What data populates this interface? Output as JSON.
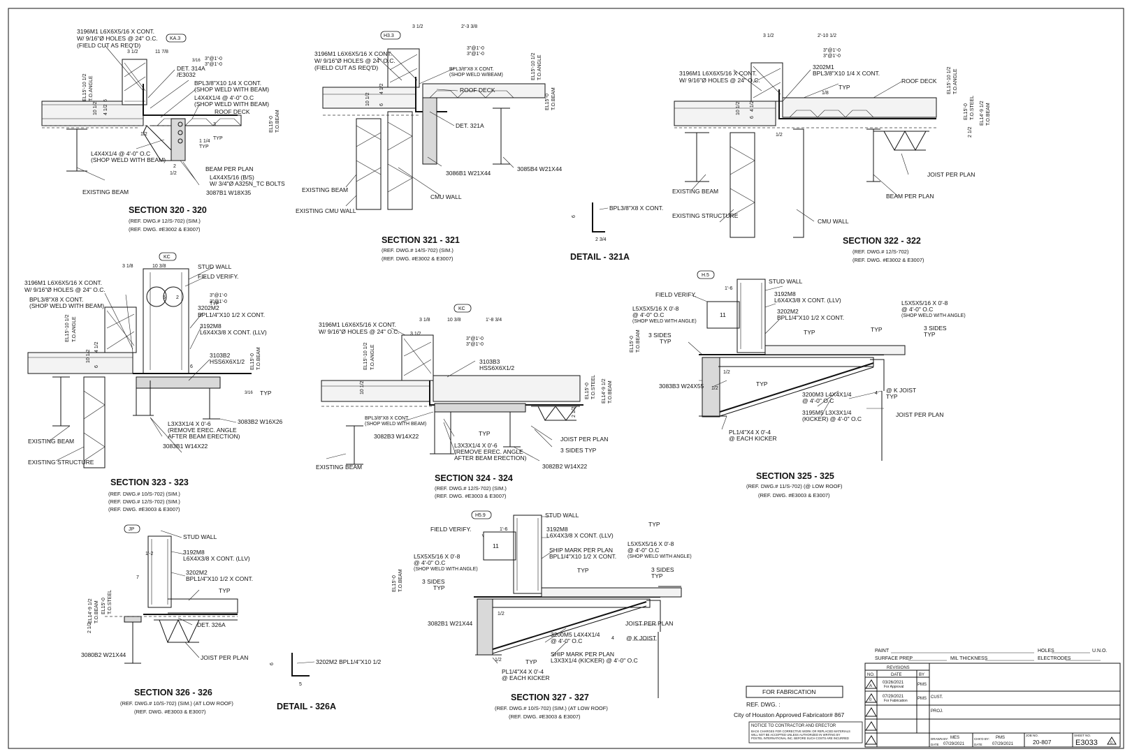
{
  "sections": [
    {
      "title": "SECTION 320 - 320",
      "refs": [
        "(REF. DWG.# 12/S-702) (SIM.)",
        "(REF. DWG. #E3002 & E3007)"
      ],
      "grid": "KA.3",
      "notes": [
        "3196M1 L6X6X5/16 X CONT.",
        "W/ 9/16\"Ø HOLES @ 24\" O.C.",
        "(FIELD CUT AS REQ'D)",
        "DET. 314A",
        "/E3032",
        "BPL3/8\"X10 1/4 X CONT.",
        "(SHOP WELD WITH BEAM)",
        "L4X4X1/4 @ 4'-0\" O.C",
        "(SHOP WELD WITH BEAM)",
        "ROOF DECK",
        "L4X4X1/4 @ 4'-0\" O.C",
        "(SHOP WELD WITH BEAM)",
        "BEAM PER PLAN",
        "L4X4X5/16 (B/S)",
        "W/ 3/4\"Ø A325N_TC BOLTS",
        "3087B1 W18X35",
        "EXISTING BEAM"
      ],
      "elevation": "EL15'-10 1/2",
      "elevation_note": "T.O.ANGLE",
      "elevation2": "EL15'-0",
      "elevation2_note": "T.O.BEAM",
      "dims": [
        "3 1/2",
        "11 7/8",
        "3/16",
        "3\"@1'-0",
        "3\"@1'-0",
        "6",
        "4 1/2",
        "10 1/2",
        "3",
        "1 1/4",
        "TYP",
        "TYP",
        "2",
        "1/2",
        "1/2"
      ]
    },
    {
      "title": "SECTION 321 - 321",
      "refs": [
        "(REF. DWG.# 14/S-702) (SIM.)",
        "(REF. DWG. #E3002 & E3007)"
      ],
      "grid": "H3.3",
      "notes": [
        "3196M1 L6X6X5/16 X CONT.",
        "W/ 9/16\"Ø HOLES @ 24\" O.C.",
        "(FIELD CUT AS REQ'D)",
        "BPL3/8\"X8 X CONT.",
        "(SHOP WELD W/BEAM)",
        "ROOF DECK",
        "DET. 321A",
        "3086B1 W21X44",
        "3085B4 W21X44",
        "EXISTING BEAM",
        "CMU WALL",
        "EXISTING CMU WALL"
      ],
      "elevation": "EL15'-10 1/2",
      "elevation_note": "T.O.ANGLE",
      "elevation2": "EL15'-0",
      "elevation2_note": "T.O.BEAM",
      "dims": [
        "3 1/2",
        "2'-3 3/8",
        "3\"@1'-0",
        "3\"@1'-0",
        "4 1/2",
        "10 1/2",
        "6"
      ]
    },
    {
      "title": "SECTION 322 - 322",
      "refs": [
        "(REF. DWG.# 12/S-702)",
        "(REF. DWG. #E3002 & E3007)"
      ],
      "notes": [
        "3196M1 L6X6X5/16 X CONT.",
        "W/ 9/16\"Ø HOLES @ 24\" O.C.",
        "3202M1",
        "BPL3/8\"X10 1/4 X CONT.",
        "ROOF DECK",
        "TYP",
        "JOIST PER PLAN",
        "BEAM PER PLAN",
        "CMU WALL",
        "EXISTING BEAM",
        "EXISTING STRUCTURE"
      ],
      "elevation": "EL15'-10 1/2",
      "elevation_note": "T.O.ANGLE",
      "elevation2": "EL15'-0",
      "elevation2_note": "T.O.STEEL",
      "elevation3": "EL14'-9 1/2",
      "elevation3_note": "T.O.BEAM",
      "dims": [
        "3 1/2",
        "2'-10 1/2",
        "3\"@1'-0",
        "3\"@1'-0",
        "4 1/2",
        "10 1/2",
        "6",
        "1/8",
        "1/2",
        "2 1/2"
      ]
    },
    {
      "title": "SECTION 323 - 323",
      "refs": [
        "(REF. DWG.# 10/S-702) (SIM.)",
        "(REF. DWG.# 12/S-702) (SIM.)",
        "(REF. DWG. #E3003 & E3007)"
      ],
      "grid": "KC",
      "notes": [
        "3196M1 L6X6X5/16 X CONT.",
        "W/ 9/16\"Ø HOLES @ 24\" O.C.",
        "BPL3/8\"X8 X CONT.",
        "(SHOP WELD WITH BEAM)",
        "STUD WALL",
        "FIELD VERIFY.",
        "3202M2",
        "BPL1/4\"X10 1/2 X CONT.",
        "3192M8",
        "L6X4X3/8 X CONT. (LLV)",
        "3103B2",
        "HSS6X6X1/2",
        "L3X3X1/4 X 0'-6",
        "(REMOVE EREC. ANGLE",
        "AFTER BEAM ERECTION)",
        "3083B2 W16X26",
        "3083B1 W14X22",
        "EXISTING BEAM",
        "EXISTING STRUCTURE",
        "TYP",
        "TYP"
      ],
      "elevation": "EL15'-10 1/2",
      "elevation_note": "T.O.ANGLE",
      "elevation2": "EL15'-0",
      "elevation2_note": "T.O.BEAM",
      "dims": [
        "3 1/8",
        "10 3/8",
        "5",
        "2",
        "3\"@1'-0",
        "3\"@1'-0",
        "10 1/2",
        "6",
        "4 1/2",
        "6",
        "3/16"
      ]
    },
    {
      "title": "SECTION 324 - 324",
      "refs": [
        "(REF. DWG.# 12/S-702) (SIM.)",
        "(REF. DWG. #E3003 & E3007)"
      ],
      "grid": "KC",
      "notes": [
        "3196M1 L6X6X5/16 X CONT.",
        "W/ 9/16\"Ø HOLES @ 24\" O.C.",
        "3103B3",
        "HSS6X6X1/2",
        "BPL3/8\"X8 X CONT.",
        "(SHOP WELD WITH BEAM)",
        "3082B3 W14X22",
        "L3X3X1/4 X 0'-6",
        "(REMOVE EREC. ANGLE",
        "AFTER BEAM ERECTION)",
        "JOIST PER PLAN",
        "3 SIDES TYP",
        "3082B2 W14X22",
        "EXISTING BEAM",
        "TYP"
      ],
      "elevation": "EL15'-10 1/2",
      "elevation_note": "T.O.ANGLE",
      "elevation2": "EL15'-0",
      "elevation2_note": "T.O.STEEL",
      "elevation3": "EL14'-9 1/2",
      "elevation3_note": "T.O.BEAM",
      "dims": [
        "3 1/8",
        "10 3/8",
        "1'-8 3/4",
        "3 1/2",
        "3\"@1'-0",
        "3\"@1'-0",
        "10 1/2",
        "2 1/2"
      ]
    },
    {
      "title": "SECTION 325 - 325",
      "refs": [
        "(REF. DWG.# 11/S-702) (@ LOW ROOF)",
        "(REF. DWG. #E3003 & E3007)"
      ],
      "grid": "H.5",
      "notes": [
        "STUD WALL",
        "FIELD VERIFY.",
        "3192M8",
        "L6X4X3/8 X CONT. (LLV)",
        "3202M2",
        "BPL1/4\"X10 1/2 X CONT.",
        "L5X5X5/16 X 0'-8",
        "@ 4'-0\" O.C",
        "(SHOP WELD WITH ANGLE)",
        "L5X5X5/16 X 0'-8",
        "@ 4'-0\" O.C",
        "(SHOP WELD WITH ANGLE)",
        "3 SIDES",
        "TYP",
        "3 SIDES",
        "TYP",
        "TYP",
        "TYP",
        "TYP",
        "3083B3 W24X55",
        "3200M3 L4X4X1/4",
        "@ 4'-0\" O.C",
        "3195M5 L3X3X1/4",
        "(KICKER) @ 4'-0\" O.C",
        "PL1/4\"X4 X 0'-4",
        "@ EACH KICKER",
        "@ K JOIST",
        "TYP",
        "JOIST PER PLAN"
      ],
      "elevation": "EL15'-0",
      "elevation_note": "T.O.BEAM",
      "dims": [
        "1'-6",
        "11",
        "1/2",
        "1/2",
        "4"
      ]
    },
    {
      "title": "SECTION 326 - 326",
      "refs": [
        "(REF. DWG.# 10/S-702) (SIM.) (AT LOW ROOF)",
        "(REF. DWG. #E3003 & E3007)"
      ],
      "grid": "JP",
      "notes": [
        "STUD WALL",
        "3192M8",
        "L6X4X3/8 X CONT. (LLV)",
        "3202M2",
        "BPL1/4\"X10 1/2 X CONT.",
        "TYP",
        "DET. 326A",
        "3080B2 W21X44",
        "JOIST PER PLAN"
      ],
      "elevation": "EL14'-9 1/2",
      "elevation_note": "T.O.BEAM",
      "elevation2": "EL15'-0",
      "elevation2_note": "T.O.STEEL",
      "dims": [
        "1'-2",
        "7",
        "2 1/2"
      ]
    },
    {
      "title": "SECTION 327 - 327",
      "refs": [
        "(REF. DWG.# 10/S-702) (SIM.) (AT LOW ROOF)",
        "(REF. DWG. #E3003 & E3007)"
      ],
      "grid": "H5.9",
      "notes": [
        "STUD WALL",
        "FIELD VERIFY.",
        "3192M8",
        "L6X4X3/8 X CONT. (LLV)",
        "SHIP MARK PER PLAN",
        "BPL1/4\"X10 1/2 X CONT.",
        "L5X5X5/16 X 0'-8",
        "@ 4'-0\" O.C",
        "(SHOP WELD WITH ANGLE)",
        "L5X5X5/16 X 0'-8",
        "@ 4'-0\" O.C",
        "(SHOP WELD WITH ANGLE)",
        "3 SIDES",
        "TYP",
        "3 SIDES",
        "TYP",
        "TYP",
        "TYP",
        "TYP",
        "3082B1 W21X44",
        "3200M5 L4X4X1/4",
        "@ 4'-0\" O.C",
        "SHIP MARK PER PLAN",
        "L3X3X1/4 (KICKER) @ 4'-0\" O.C",
        "PL1/4\"X4 X 0'-4",
        "@ EACH KICKER",
        "JOIST PER PLAN",
        "@ K JOIST"
      ],
      "elevation": "EL15'-0",
      "elevation_note": "T.O.BEAM",
      "dims": [
        "1'-6",
        "11",
        "1/2",
        "1/2",
        "4"
      ]
    }
  ],
  "details": [
    {
      "title": "DETAIL - 321A",
      "note": "BPL3/8\"X8 X CONT.",
      "dims": [
        "6",
        "2 3/4"
      ]
    },
    {
      "title": "DETAIL - 326A",
      "note": "3202M2 BPL1/4\"X10 1/2",
      "dims": [
        "6",
        "5"
      ]
    }
  ],
  "stamp": {
    "label": "FOR FABRICATION",
    "ref_dwg": "REF. DWG. :",
    "fabricator": "City of Houston Approved Fabricator# 867"
  },
  "notice": {
    "title": "NOTICE TO CONTRACTOR AND ERECTOR",
    "lines": [
      "BACK CHARGES FOR CORRECTIVE WORK OR REPLACED MATERIALS",
      "WILL NOT BE ACCEPTED UNLESS AUTHORIZED IN WRITING BY",
      "POSTEL INTERNATIONAL INC. BEFORE SUCH COSTS ARE INCURRED"
    ]
  },
  "title_block": {
    "paint": "PAINT",
    "holes": "HOLES",
    "unc": "U.N.O.",
    "surface_prep": "SURFACE PREP",
    "mil_thickness": "MIL THICKNESS",
    "electrodes": "ELECTRODES",
    "revisions_header": "REVISIONS",
    "rev_cols": [
      "NO.",
      "DATE",
      "BY"
    ],
    "revisions": [
      {
        "no": "A",
        "date": "03/26/2021",
        "desc": "For Approval",
        "by": "PMS"
      },
      {
        "no": "0",
        "date": "07/29/2021",
        "desc": "For Fabrication",
        "by": "PMS"
      }
    ],
    "cust": "CUST.",
    "proj": "PROJ.",
    "drawn_by_label": "DRAWN BY:",
    "drawn_by": "MES",
    "chkd_by_label": "CHK'D BY:",
    "chkd_by": "PMS",
    "date_label": "DATE",
    "drawn_date": "07/29/2021",
    "chkd_date": "07/29/2021",
    "job_no_label": "JOB NO.",
    "job_no": "20-807",
    "sheet_no_label": "SHEET NO.",
    "sheet_no": "E3033",
    "sheet_rev": "0"
  }
}
